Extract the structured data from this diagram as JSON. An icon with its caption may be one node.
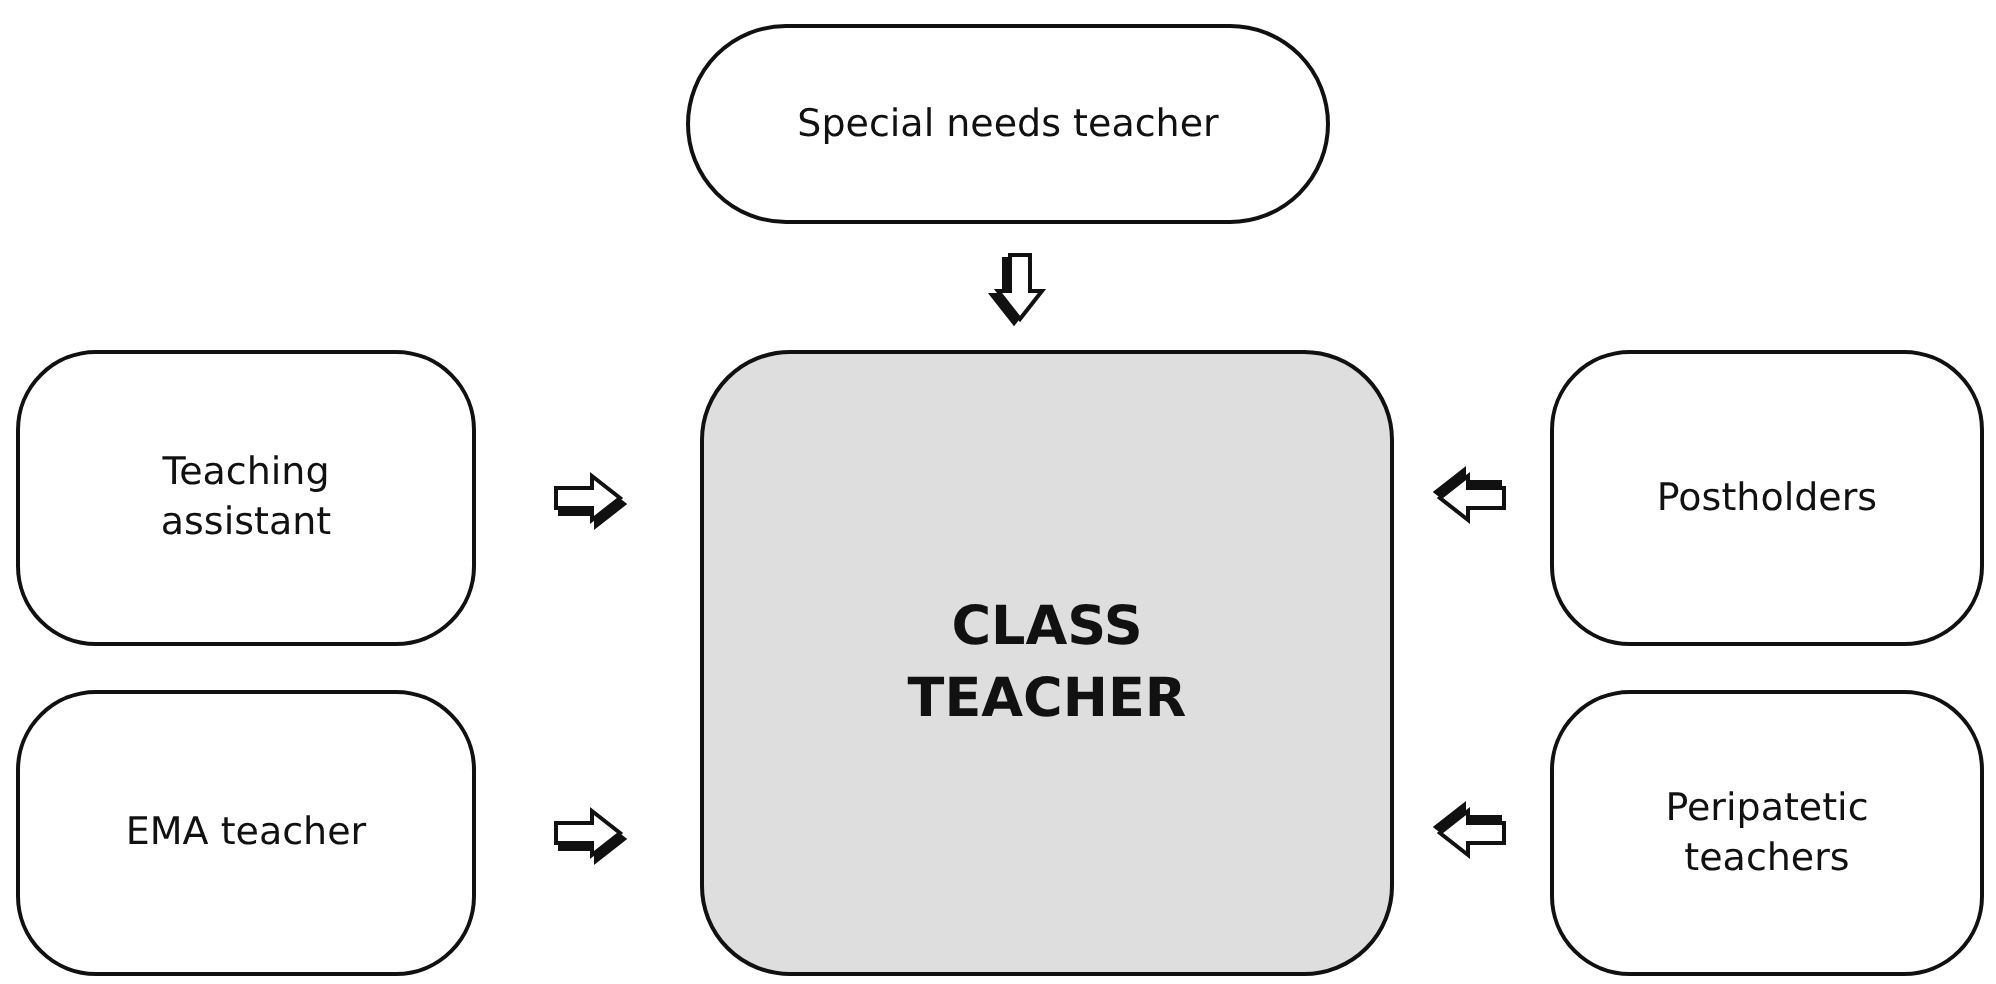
{
  "diagram": {
    "nodes": [
      {
        "text": [
          "Special needs teacher"
        ]
      },
      {
        "text": [
          "Teaching assistant"
        ]
      },
      {
        "text": [
          "CLASS TEACHER"
        ]
      },
      {
        "text": [
          "Postholders"
        ]
      },
      {
        "text": [
          "EMA teacher"
        ]
      },
      {
        "text": [
          "Peripatetic teachers"
        ]
      }
    ],
    "edges": [
      {
        "from": 0,
        "to": 2,
        "arrow": "to"
      },
      {
        "from": 1,
        "to": 2,
        "arrow": "to"
      },
      {
        "from": 3,
        "to": 2,
        "arrow": "to"
      },
      {
        "from": 4,
        "to": 2,
        "arrow": "to"
      },
      {
        "from": 5,
        "to": 2,
        "arrow": "to"
      }
    ]
  }
}
